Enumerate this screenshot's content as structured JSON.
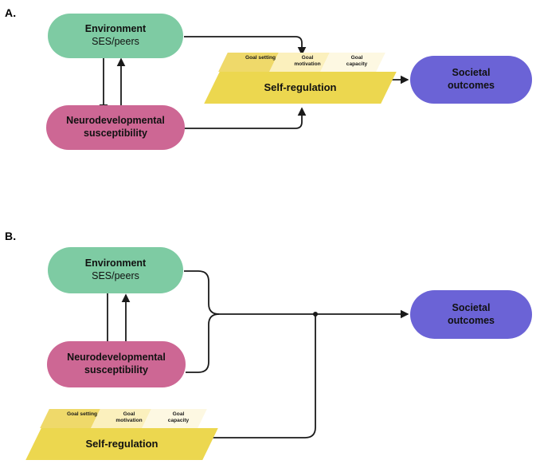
{
  "figure": {
    "panels": [
      {
        "id": "A",
        "label": "A.",
        "nodes": {
          "environment": {
            "line1": "Environment",
            "line2": "SES/peers",
            "color": "#7ecba3"
          },
          "neuro": {
            "line1": "Neurodevelopmental",
            "line2": "susceptibility",
            "color": "#cd6794"
          },
          "societal": {
            "line1": "Societal",
            "line2": "outcomes",
            "color": "#6b63d6"
          },
          "self_regulation": {
            "title": "Self-regulation",
            "color": "#ecd74f",
            "segments": [
              {
                "label": "Goal setting",
                "color": "#efd96a"
              },
              {
                "label": "Goal motivation",
                "color": "#fbf0bd"
              },
              {
                "label": "Goal capacity",
                "color": "#fdf8e2"
              }
            ]
          }
        }
      },
      {
        "id": "B",
        "label": "B.",
        "nodes": {
          "environment": {
            "line1": "Environment",
            "line2": "SES/peers",
            "color": "#7ecba3"
          },
          "neuro": {
            "line1": "Neurodevelopmental",
            "line2": "susceptibility",
            "color": "#cd6794"
          },
          "societal": {
            "line1": "Societal",
            "line2": "outcomes",
            "color": "#6b63d6"
          },
          "self_regulation": {
            "title": "Self-regulation",
            "color": "#ecd74f",
            "segments": [
              {
                "label": "Goal setting",
                "color": "#efd96a"
              },
              {
                "label": "Goal motivation",
                "color": "#fbf0bd"
              },
              {
                "label": "Goal capacity",
                "color": "#fdf8e2"
              }
            ]
          }
        }
      }
    ],
    "segment_labels": {
      "goal_setting": "Goal setting",
      "goal_motivation_line1": "Goal",
      "goal_motivation_line2": "motivation",
      "goal_capacity_line1": "Goal",
      "goal_capacity_line2": "capacity"
    },
    "stroke_color": "#1a1a1a"
  }
}
